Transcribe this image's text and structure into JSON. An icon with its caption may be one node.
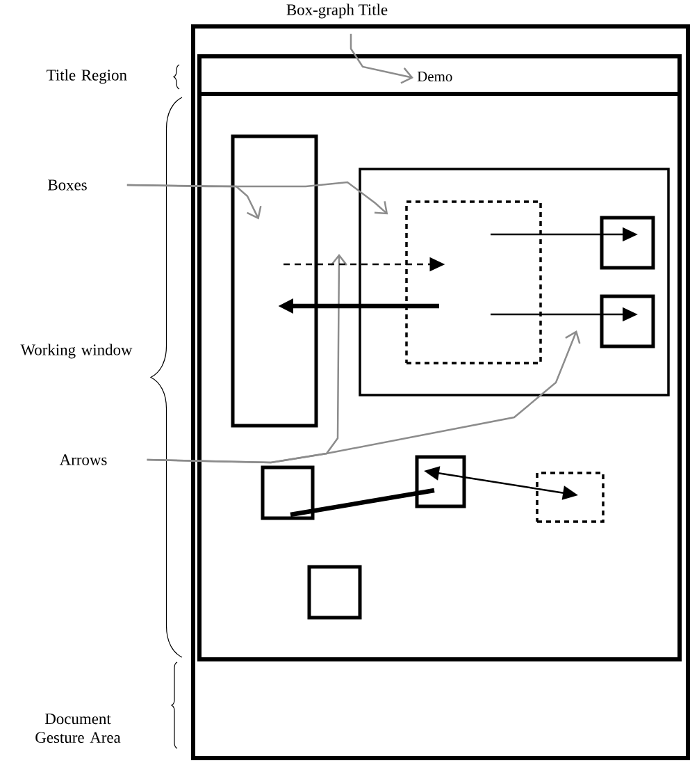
{
  "diagram": {
    "nodes": [
      {
        "text": [],
        "shape": "box"
      },
      {
        "text": [
          "Demo"
        ],
        "in": 0
      },
      {
        "text": [],
        "shape": "box",
        "in": 0
      },
      {
        "text": [],
        "shape": "box",
        "in": 2
      },
      {
        "text": [],
        "shape": "box",
        "in": 2
      },
      {
        "text": [],
        "shape": "box",
        "in": 4
      },
      {
        "text": [],
        "shape": "box",
        "in": 4
      },
      {
        "text": [],
        "shape": "box",
        "in": 4
      },
      {
        "text": [],
        "shape": "box",
        "in": 2
      },
      {
        "text": [],
        "shape": "box",
        "in": 2
      },
      {
        "text": [],
        "shape": "box",
        "in": 2
      },
      {
        "text": [],
        "shape": "box",
        "in": 2
      },
      {
        "text": [
          "Box-graph Title"
        ]
      },
      {
        "text": [
          "Boxes"
        ]
      },
      {
        "text": [
          "Arrows"
        ]
      }
    ],
    "edges": [
      {
        "from": 12,
        "to": 1,
        "arrow": "to",
        "color": "#8c8c8c"
      },
      {
        "from": 13,
        "to": 3,
        "arrow": "to",
        "color": "#8c8c8c"
      },
      {
        "from": 13,
        "to": 4,
        "arrow": "to",
        "color": "#8c8c8c"
      },
      {
        "from": 14,
        "to": null,
        "arrow": "to",
        "color": "#8c8c8c"
      },
      {
        "from": 14,
        "to": null,
        "arrow": "to",
        "color": "#8c8c8c"
      },
      {
        "from": 3,
        "to": 5,
        "arrow": "to",
        "style": "dashed"
      },
      {
        "from": 5,
        "to": 3,
        "arrow": "to",
        "style": "thick"
      },
      {
        "from": 5,
        "to": 6,
        "arrow": "to"
      },
      {
        "from": 5,
        "to": 7,
        "arrow": "to"
      },
      {
        "from": 8,
        "to": 9,
        "arrow": "none",
        "style": "thick"
      },
      {
        "from": 9,
        "to": 10,
        "arrow": "both"
      }
    ],
    "labels": [
      "Title Region",
      "Working window",
      "Document Gesture Area"
    ]
  }
}
